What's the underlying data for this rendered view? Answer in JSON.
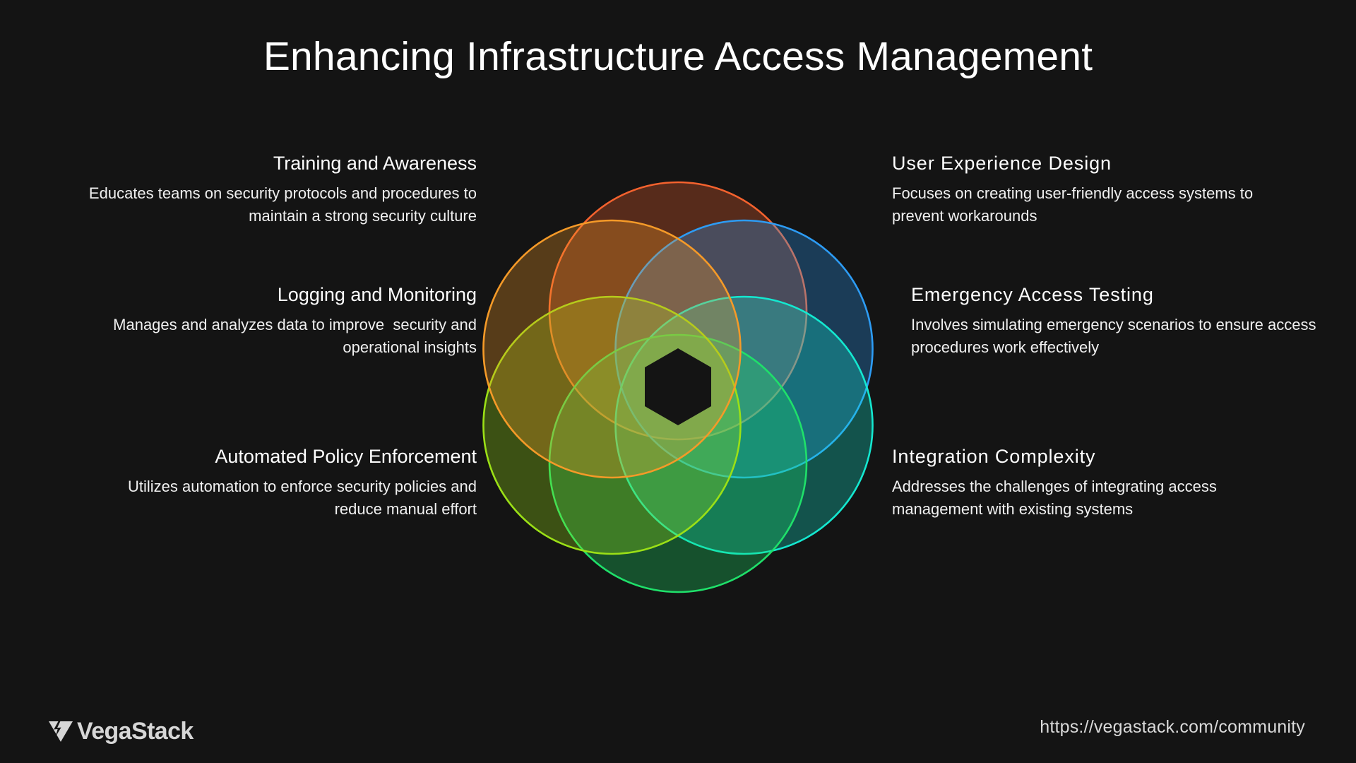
{
  "title": "Enhancing Infrastructure Access Management",
  "theme": {
    "background": "#141414",
    "text": "#ffffff",
    "muted": "#d9d9d9"
  },
  "left_column": [
    {
      "heading": "Training and Awareness",
      "body": "Educates teams on security protocols and procedures to maintain a strong security culture"
    },
    {
      "heading": "Logging and Monitoring",
      "body": "Manages and analyzes data to improve  security and operational insights"
    },
    {
      "heading": "Automated Policy Enforcement",
      "body": "Utilizes automation to enforce security policies and reduce manual effort"
    }
  ],
  "right_column": [
    {
      "heading": "User Experience Design",
      "body": "Focuses on creating user-friendly access systems to prevent workarounds"
    },
    {
      "heading": "Emergency Access Testing",
      "body": "Involves simulating emergency scenarios to ensure access procedures work effectively"
    },
    {
      "heading": "Integration Complexity",
      "body": "Addresses the challenges of integrating access management with existing systems"
    }
  ],
  "diagram": {
    "type": "pinwheel-overlapping-circles",
    "petal_count": 6,
    "center_hole": "hexagon",
    "petals": [
      {
        "name": "training-and-awareness",
        "stroke": "#F4622E",
        "fill": "#F4622E",
        "angle": -90
      },
      {
        "name": "user-experience-design",
        "stroke": "#2D9CF5",
        "fill": "#2D9CF5",
        "angle": -30
      },
      {
        "name": "emergency-access-testing",
        "stroke": "#14E8D0",
        "fill": "#14E8D0",
        "angle": 30
      },
      {
        "name": "integration-complexity",
        "stroke": "#1FE06A",
        "fill": "#1FE06A",
        "angle": 90
      },
      {
        "name": "automated-policy-enforcement",
        "stroke": "#9BE016",
        "fill": "#9BE016",
        "angle": 150
      },
      {
        "name": "logging-and-monitoring",
        "stroke": "#F59A28",
        "fill": "#F59A28",
        "angle": 210
      }
    ]
  },
  "footer": {
    "logo_text": "VegaStack",
    "logo_mark": "vega-v-bolt-icon",
    "url": "https://vegastack.com/community"
  }
}
